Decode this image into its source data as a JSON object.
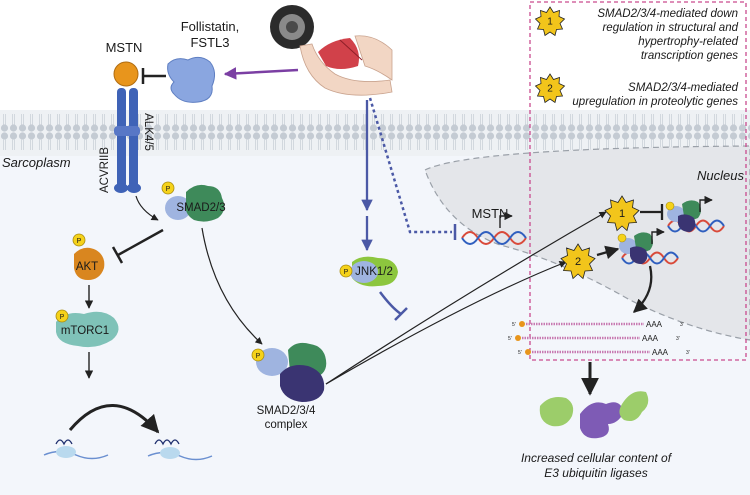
{
  "labels": {
    "follistatin": "Follistatin,",
    "fstl3": "FSTL3",
    "mstn": "MSTN",
    "acvriib": "ACVRIIB",
    "alk45": "ALK4/5",
    "sarcoplasm": "Sarcoplasm",
    "nucleus": "Nucleus",
    "mstn_gene": "MSTN",
    "smad23": "SMAD2/3",
    "akt": "AKT",
    "mtorc1": "mTORC1",
    "jnk12": "JNK1/2",
    "smad234_line1": "SMAD2/3/4",
    "smad234_line2": "complex",
    "p": "P",
    "e3_line1": "Increased cellular content of",
    "e3_line2": "E3 ubiquitin ligases",
    "mrna_five": "5'",
    "mrna_aaa": "AAA",
    "mrna_three": "3'"
  },
  "legend": {
    "item1": {
      "badge": "1",
      "lines": [
        "SMAD2/3/4-mediated down",
        "regulation in structural and",
        "hypertrophy-related",
        "transcription genes"
      ]
    },
    "item2": {
      "badge": "2",
      "lines": [
        "SMAD2/3/4-mediated",
        "upregulation in proteolytic genes"
      ]
    }
  },
  "colors": {
    "membrane": "#c4cbd3",
    "receptor": "#3f63b7",
    "mstn_ball": "#e8951c",
    "inhibitor_arrow": "#7b3fa3",
    "jnk_arrow": "#4b59a6",
    "smad_green": "#3e8a5a",
    "smad_purple": "#3a3472",
    "smad_light": "#9fb4e0",
    "phospho": "#f5d21a",
    "akt": "#d9861f",
    "mtorc1": "#7fc2b8",
    "nucleus": "#e4e6ea",
    "legend_border": "#c94b8e",
    "starburst": "#f2c51b",
    "mrna": "#c87ab2"
  }
}
